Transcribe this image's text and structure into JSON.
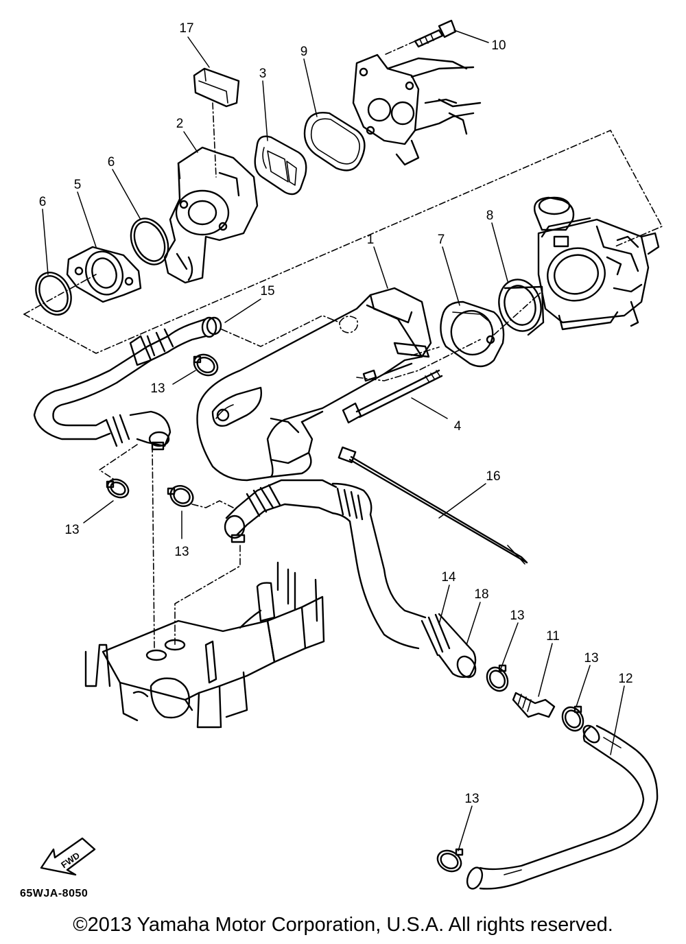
{
  "diagram_code": "65WJA-8050",
  "copyright": "©2013 Yamaha Motor Corporation, U.S.A. All rights reserved.",
  "fwd_label": "FWD",
  "callouts": [
    "1",
    "2",
    "3",
    "4",
    "5",
    "6",
    "6",
    "7",
    "8",
    "9",
    "10",
    "11",
    "12",
    "13",
    "13",
    "13",
    "13",
    "13",
    "13",
    "14",
    "15",
    "16",
    "17",
    "18"
  ]
}
